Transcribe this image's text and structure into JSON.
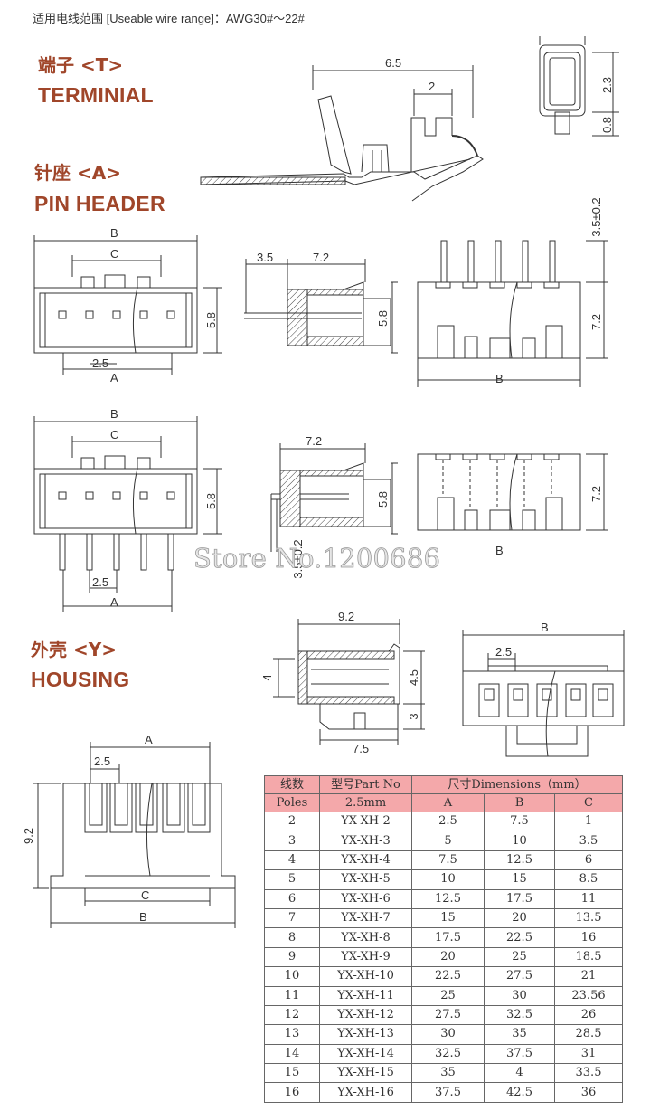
{
  "wire_range": "适用电线范围 [Useable wire range]：AWG30#～22#",
  "sections": {
    "terminal": {
      "cn": "端子 <T>",
      "en": "TERMINIAL"
    },
    "pin_header": {
      "cn": "针座 <A>",
      "en": "PIN HEADER"
    },
    "housing": {
      "cn": "外壳 <Y>",
      "en": "HOUSING"
    }
  },
  "dims": {
    "t_length": "6.5",
    "t_2": "2",
    "t_23": "2.3",
    "t_08": "0.8",
    "B": "B",
    "C": "C",
    "A": "A",
    "p25": "2.5",
    "h58": "5.8",
    "s35": "3.5",
    "s72": "7.2",
    "pin_len": "3.5±0.2",
    "h92": "9.2",
    "h4": "4",
    "h45": "4.5",
    "h3": "3",
    "w75": "7.5"
  },
  "watermark": "Store No.1200686",
  "table": {
    "header1": {
      "poles_cn": "线数",
      "part_cn": "型号Part No",
      "dims": "尺寸Dimensions（mm）"
    },
    "header2": {
      "poles": "Poles",
      "pitch": "2.5mm",
      "a": "A",
      "b": "B",
      "c": "C"
    },
    "rows": [
      [
        "2",
        "YX-XH-2",
        "2.5",
        "7.5",
        "1"
      ],
      [
        "3",
        "YX-XH-3",
        "5",
        "10",
        "3.5"
      ],
      [
        "4",
        "YX-XH-4",
        "7.5",
        "12.5",
        "6"
      ],
      [
        "5",
        "YX-XH-5",
        "10",
        "15",
        "8.5"
      ],
      [
        "6",
        "YX-XH-6",
        "12.5",
        "17.5",
        "11"
      ],
      [
        "7",
        "YX-XH-7",
        "15",
        "20",
        "13.5"
      ],
      [
        "8",
        "YX-XH-8",
        "17.5",
        "22.5",
        "16"
      ],
      [
        "9",
        "YX-XH-9",
        "20",
        "25",
        "18.5"
      ],
      [
        "10",
        "YX-XH-10",
        "22.5",
        "27.5",
        "21"
      ],
      [
        "11",
        "YX-XH-11",
        "25",
        "30",
        "23.56"
      ],
      [
        "12",
        "YX-XH-12",
        "27.5",
        "32.5",
        "26"
      ],
      [
        "13",
        "YX-XH-13",
        "30",
        "35",
        "28.5"
      ],
      [
        "14",
        "YX-XH-14",
        "32.5",
        "37.5",
        "31"
      ],
      [
        "15",
        "YX-XH-15",
        "35",
        "4",
        "33.5"
      ],
      [
        "16",
        "YX-XH-16",
        "37.5",
        "42.5",
        "36"
      ]
    ]
  },
  "colors": {
    "section_title": "#a0462a",
    "table_header": "#f4a8aa"
  }
}
